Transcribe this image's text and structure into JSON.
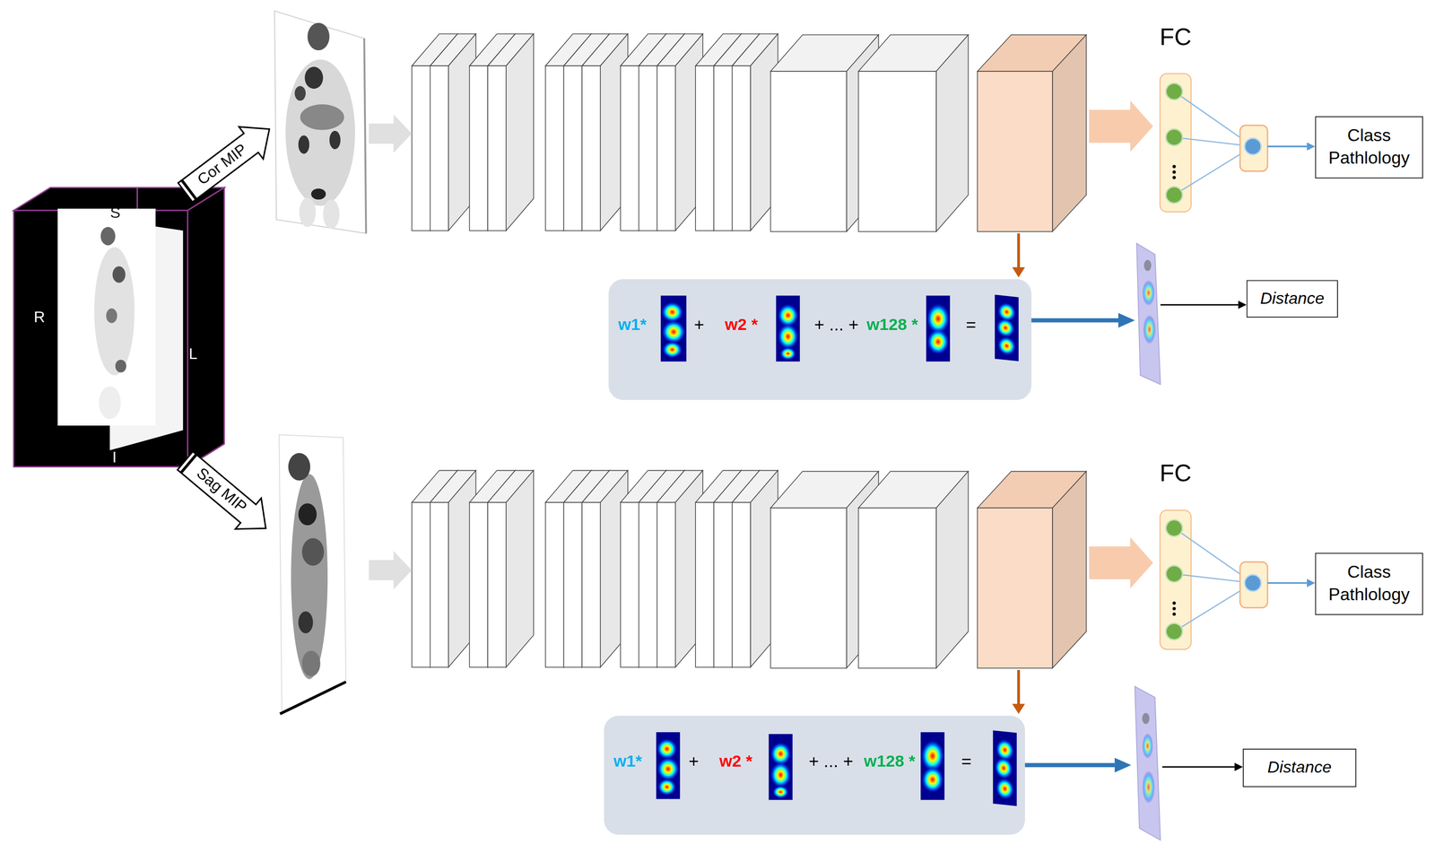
{
  "diagram": {
    "nodes": [
      {
        "text": [
          "FC"
        ]
      },
      {
        "text": [
          "Class Pathlology"
        ]
      },
      {
        "text": [
          "w1*",
          "+",
          "w2 *",
          "+ ... +",
          "w128 *",
          "="
        ]
      },
      {
        "text": [
          "Distance"
        ]
      },
      {
        "text": [
          "FC"
        ]
      },
      {
        "text": [
          "Class Pathlology"
        ]
      },
      {
        "text": [
          "w1*",
          "+",
          "w2 *",
          "+ ... +",
          "w128 *",
          "="
        ]
      },
      {
        "text": [
          "Distance"
        ]
      }
    ],
    "labels": [
      "S",
      "R",
      "L",
      "I",
      "Cor MIP",
      "Sag MIP"
    ]
  }
}
